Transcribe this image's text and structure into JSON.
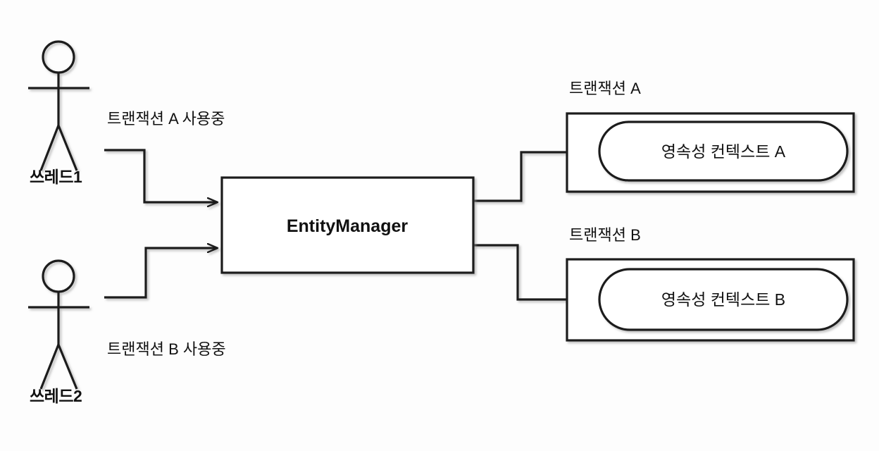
{
  "diagram": {
    "title": "EntityManager per transaction persistence context diagram",
    "background_color": "#fdfdfd",
    "line_color": "#1a1a1a",
    "text_color": "#111111"
  },
  "actors": [
    {
      "id": "thread1",
      "label": "쓰레드1",
      "annotation": "트랜잭션 A 사용중"
    },
    {
      "id": "thread2",
      "label": "쓰레드2",
      "annotation": "트랜잭션 B 사용중"
    }
  ],
  "manager": {
    "label": "EntityManager"
  },
  "transactions": [
    {
      "id": "tx-a",
      "label": "트랜잭션 A",
      "context_label": "영속성 컨텍스트 A"
    },
    {
      "id": "tx-b",
      "label": "트랜잭션 B",
      "context_label": "영속성 컨텍스트 B"
    }
  ]
}
